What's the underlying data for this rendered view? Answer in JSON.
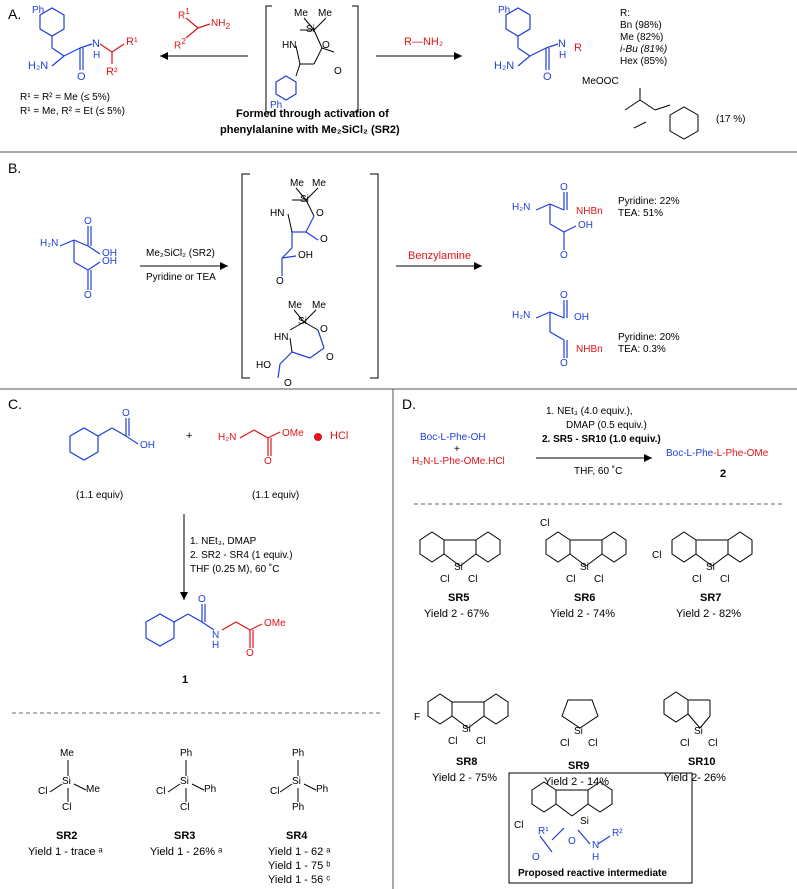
{
  "panelA": {
    "label": "A.",
    "amine_top": {
      "r1": "R",
      "r1sup": "1",
      "r2": "R",
      "r2sup": "2",
      "nh2": "NH",
      "nh2sub": "2"
    },
    "product_left": {
      "h2n": "H₂N",
      "n": "N",
      "h": "H",
      "o": "O",
      "ph": "Ph",
      "r1": "R¹",
      "r2": "R²"
    },
    "notes_left": [
      "R¹ = R² = Me (≤ 5%)",
      "R¹ = Me, R² = Et (≤ 5%)"
    ],
    "center": {
      "me1": "Me",
      "me2": "Me",
      "si": "Si",
      "hn": "HN",
      "o1": "O",
      "o2": "O",
      "ph": "Ph"
    },
    "caption_line1": "Formed through activation of",
    "caption_line2": "phenylalanine with Me₂SiCl₂ (SR2)",
    "reagent_right": "R—NH₂",
    "product_right": {
      "h2n": "H₂N",
      "n": "N",
      "h": "H",
      "o": "O",
      "r": "R",
      "ph": "Ph"
    },
    "r_list_title": "R:",
    "r_list": [
      "Bn (98%)",
      "Me (82%)",
      "i-Bu (81%)",
      "Hex (85%)"
    ],
    "meooc": "MeOOC",
    "meooc_yield": "(17 %)"
  },
  "panelB": {
    "label": "B.",
    "asp": {
      "h2n": "H₂N",
      "oh1": "OH",
      "o1": "O",
      "oh2": "OH",
      "o2": "O"
    },
    "reagent_line1": "Me₂SiCl₂ (SR2)",
    "reagent_line2": "Pyridine or TEA",
    "int1": {
      "me1": "Me",
      "me2": "Me",
      "si": "Si",
      "hn": "HN",
      "o1": "O",
      "o2": "O",
      "o3": "O",
      "oh": "OH"
    },
    "int2": {
      "me1": "Me",
      "me2": "Me",
      "si": "Si",
      "hn": "HN",
      "o1": "O",
      "o2": "O",
      "o3": "O",
      "ho": "HO"
    },
    "benzylamine": "Benzylamine",
    "prod1": {
      "h2n": "H₂N",
      "o1": "O",
      "nhbn": "NHBn",
      "o2": "O",
      "oh": "OH"
    },
    "prod1_yields": [
      "Pyridine: 22%",
      "TEA: 51%"
    ],
    "prod2": {
      "h2n": "H₂N",
      "o1": "O",
      "oh": "OH",
      "o2": "O",
      "nhbn": "NHBn"
    },
    "prod2_yields": [
      "Pyridine: 20%",
      "TEA: 0.3%"
    ]
  },
  "panelC": {
    "label": "C.",
    "acid": {
      "oh": "OH",
      "o": "O"
    },
    "plus": "+",
    "amine": {
      "h2n": "H₂N",
      "o": "O",
      "ome": "OMe",
      "hcl": "HCl"
    },
    "equiv1": "(1.1 equiv)",
    "equiv2": "(1.1 equiv)",
    "cond1": "1. NEt₃, DMAP",
    "cond2": "2. SR2 - SR4 (1 equiv.)",
    "cond3": "THF (0.25 M), 60 ˚C",
    "product": {
      "o1": "O",
      "n": "N",
      "h": "H",
      "ome": "OMe",
      "o2": "O"
    },
    "product_num": "1",
    "sr2": {
      "me1": "Me",
      "si": "Si",
      "cl1": "Cl",
      "me2": "Me",
      "cl2": "Cl",
      "name": "SR2",
      "yield": "Yield 1 - trace ᵃ"
    },
    "sr3": {
      "ph1": "Ph",
      "si": "Si",
      "cl1": "Cl",
      "cl2": "Cl",
      "ph2": "Ph",
      "name": "SR3",
      "yield": "Yield 1 - 26% ᵃ"
    },
    "sr4": {
      "ph1": "Ph",
      "si": "Si",
      "cl": "Cl",
      "ph2": "Ph",
      "ph3": "Ph",
      "name": "SR4",
      "yields": [
        "Yield 1 - 62 ᵃ",
        "Yield 1 - 75 ᵇ",
        "Yield 1 - 56 ᶜ"
      ]
    }
  },
  "panelD": {
    "label": "D.",
    "reactant1": "Boc-L-Phe-OH",
    "plus": "+",
    "reactant2": "H₂N-L-Phe-OMe.HCl",
    "cond1": "1. NEt₃ (4.0 equiv.),",
    "cond2": "DMAP (0.5 equiv.)",
    "cond3": "2. SR5 - SR10 (1.0 equiv.)",
    "cond4": "THF, 60 ˚C",
    "product_a": "Boc-L-Phe",
    "product_b": "-L-Phe-OMe",
    "product_num": "2",
    "sr5": {
      "name": "SR5",
      "yield": "Yield 2 - 67%"
    },
    "sr6": {
      "name": "SR6",
      "yield": "Yield 2 - 74%",
      "cl": "Cl"
    },
    "sr7": {
      "name": "SR7",
      "yield": "Yield 2 - 82%",
      "cl": "Cl"
    },
    "sr8": {
      "name": "SR8",
      "yield": "Yield 2 - 75%",
      "f": "F"
    },
    "sr9": {
      "name": "SR9",
      "yield": "Yield 2 - 14%"
    },
    "sr10": {
      "name": "SR10",
      "yield": "Yield 2- 26%"
    },
    "si": "Si",
    "cl": "Cl",
    "intermediate": {
      "cl": "Cl",
      "r1": "R¹",
      "o1": "O",
      "o2": "O",
      "si": "Si",
      "n": "N",
      "h": "H",
      "r2": "R²",
      "caption": "Proposed reactive intermediate"
    }
  }
}
